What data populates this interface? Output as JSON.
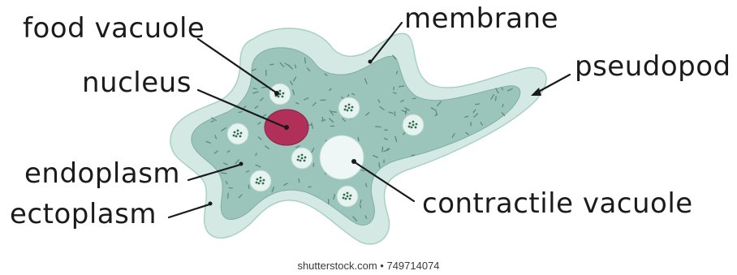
{
  "labels": {
    "food_vacuole": "food vacuole",
    "membrane": "membrane",
    "pseudopod": "pseudopod",
    "nucleus": "nucleus",
    "endoplasm": "endoplasm",
    "ectoplasm": "ectoplasm",
    "contractile_vacuole": "contractile vacuole"
  },
  "credit": "shutterstock.com • 749714074",
  "colors": {
    "ectoplasm": "#d5e9e4",
    "ectoplasm_edge": "#9cc8bf",
    "endoplasm": "#9bc4ba",
    "granules": "#5c8a80",
    "nucleus": "#b0305a",
    "contractile_vacuole": "#eef7f5",
    "food_vacuole_fill": "#e6f3ef",
    "food_vacuole_dots": "#2f6b4f"
  }
}
